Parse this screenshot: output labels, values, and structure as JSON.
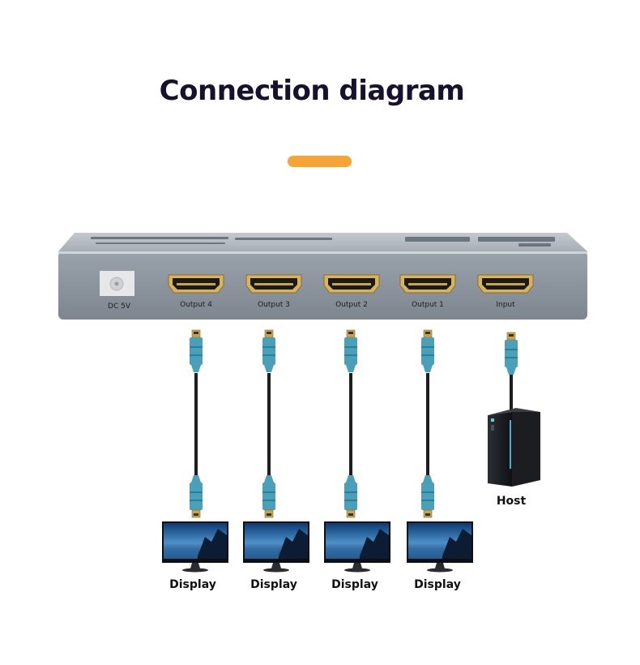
{
  "title": "Connection diagram",
  "colors": {
    "accent": "#f5a535",
    "device_body": "#8e979f",
    "device_top": "#b3bac1",
    "cable_connector": "#4aa0b8",
    "cable": "#1e1e1e",
    "plug": "#c9a44a"
  },
  "device": {
    "power_label": "DC 5V",
    "ports": [
      {
        "label": "Output 4"
      },
      {
        "label": "Output 3"
      },
      {
        "label": "Output 2"
      },
      {
        "label": "Output 1"
      },
      {
        "label": "Input"
      }
    ]
  },
  "host": {
    "label": "Host"
  },
  "displays": [
    {
      "label": "Display"
    },
    {
      "label": "Display"
    },
    {
      "label": "Display"
    },
    {
      "label": "Display"
    }
  ]
}
